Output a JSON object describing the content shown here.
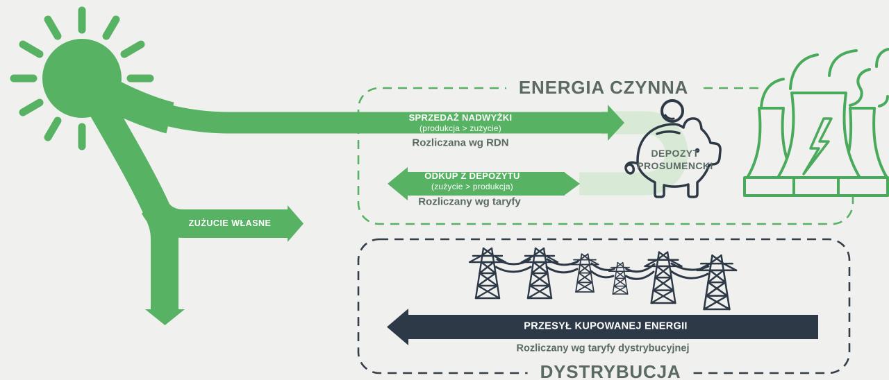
{
  "colors": {
    "background": "#f0f0ee",
    "green": "#57b263",
    "pale_green": "#d8ead5",
    "dark_navy": "#2e3947",
    "slate_text": "#5a6a63",
    "white": "#ffffff"
  },
  "source": {
    "self_consumption_label": "ZUŻUCIE WŁASNE"
  },
  "energia": {
    "title": "ENERGIA CZYNNA",
    "sell": {
      "label": "SPRZEDAŻ NADWYŻKI",
      "sublabel": "(produkcja > zużycie)",
      "settlement": "Rozliczana wg RDN"
    },
    "buyback": {
      "label": "ODKUP Z DEPOZYTU",
      "sublabel": "(zużycie > produkcja)",
      "settlement": "Rozliczany wg taryfy"
    },
    "deposit": {
      "line1": "DEPOZYT",
      "line2": "PROSUMENCKI"
    }
  },
  "dystrybucja": {
    "title": "DYSTRYBUCJA",
    "transfer": {
      "label": "PRZESYŁ KUPOWANEJ ENERGII",
      "settlement": "Rozliczany wg taryfy dystrybucyjnej"
    }
  },
  "icons": {
    "sun": "sun-icon",
    "power_plant": "power-plant-icon",
    "piggy_bank": "piggy-bank-icon",
    "coin": "coin-icon",
    "transmission_towers": "transmission-towers-icon"
  }
}
